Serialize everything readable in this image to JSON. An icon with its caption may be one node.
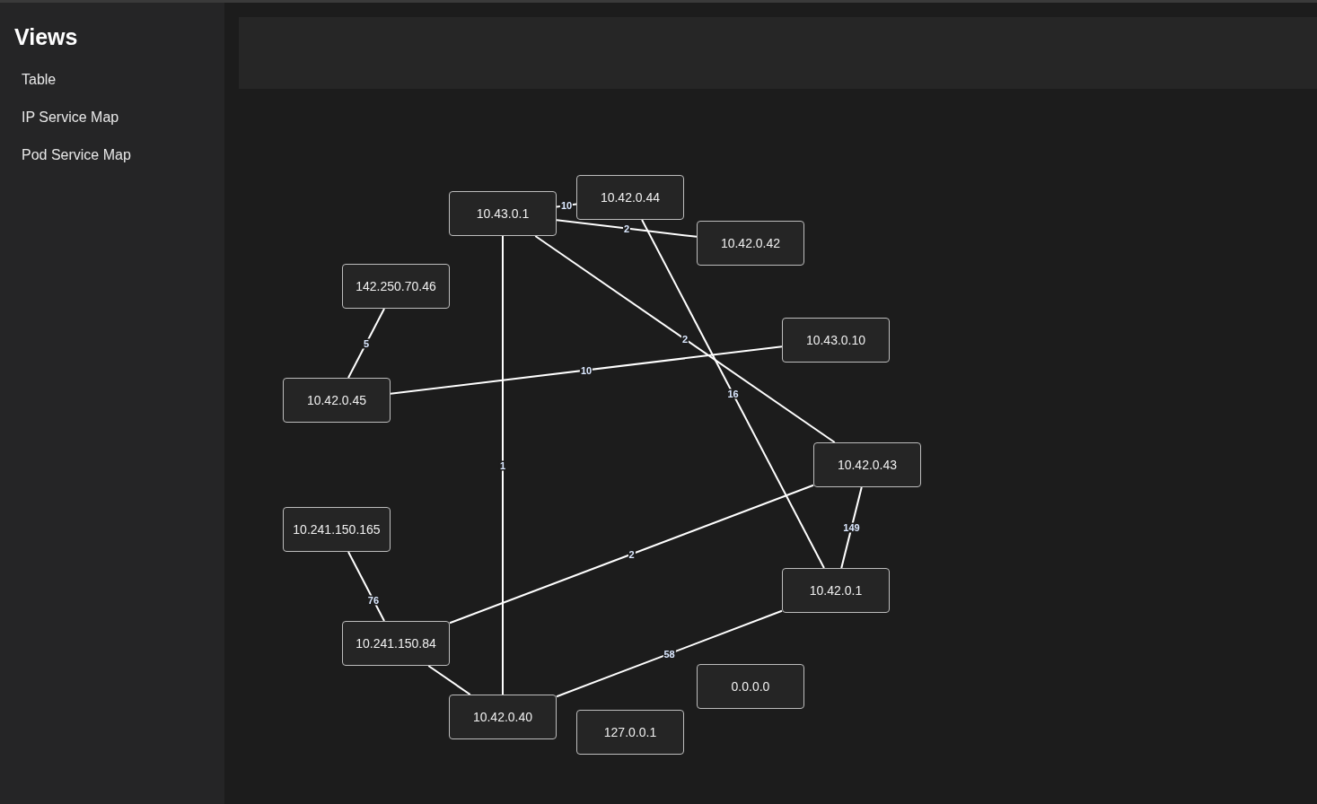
{
  "diagram": {
    "nodes": [
      {
        "text": [
          "10.43.0.1"
        ]
      },
      {
        "text": [
          "10.42.0.44"
        ]
      },
      {
        "text": [
          "10.42.0.42"
        ]
      },
      {
        "text": [
          "142.250.70.46"
        ]
      },
      {
        "text": [
          "10.43.0.10"
        ]
      },
      {
        "text": [
          "10.42.0.45"
        ]
      },
      {
        "text": [
          "10.42.0.43"
        ]
      },
      {
        "text": [
          "10.241.150.165"
        ]
      },
      {
        "text": [
          "10.42.0.1"
        ]
      },
      {
        "text": [
          "10.241.150.84"
        ]
      },
      {
        "text": [
          "0.0.0.0"
        ]
      },
      {
        "text": [
          "10.42.0.40"
        ]
      },
      {
        "text": [
          "127.0.0.1"
        ]
      }
    ],
    "edges": [
      {
        "from": 0,
        "to": 1,
        "arrow": "none",
        "label": "10"
      },
      {
        "from": 0,
        "to": 2,
        "arrow": "none",
        "label": "2"
      },
      {
        "from": 0,
        "to": 6,
        "arrow": "none",
        "label": "2"
      },
      {
        "from": 0,
        "to": 11,
        "arrow": "none",
        "label": "1"
      },
      {
        "from": 1,
        "to": 8,
        "arrow": "none",
        "label": "16"
      },
      {
        "from": 3,
        "to": 5,
        "arrow": "none",
        "label": "5"
      },
      {
        "from": 5,
        "to": 4,
        "arrow": "none",
        "label": "10"
      },
      {
        "from": 6,
        "to": 8,
        "arrow": "none",
        "label": "149"
      },
      {
        "from": 6,
        "to": 9,
        "arrow": "none",
        "label": "2"
      },
      {
        "from": 7,
        "to": 9,
        "arrow": "none",
        "label": "76"
      },
      {
        "from": 9,
        "to": 11,
        "arrow": "none"
      },
      {
        "from": 11,
        "to": 8,
        "arrow": "none",
        "label": "58"
      }
    ],
    "labels": [
      "Views",
      "Table",
      "IP Service Map",
      "Pod Service Map"
    ]
  }
}
